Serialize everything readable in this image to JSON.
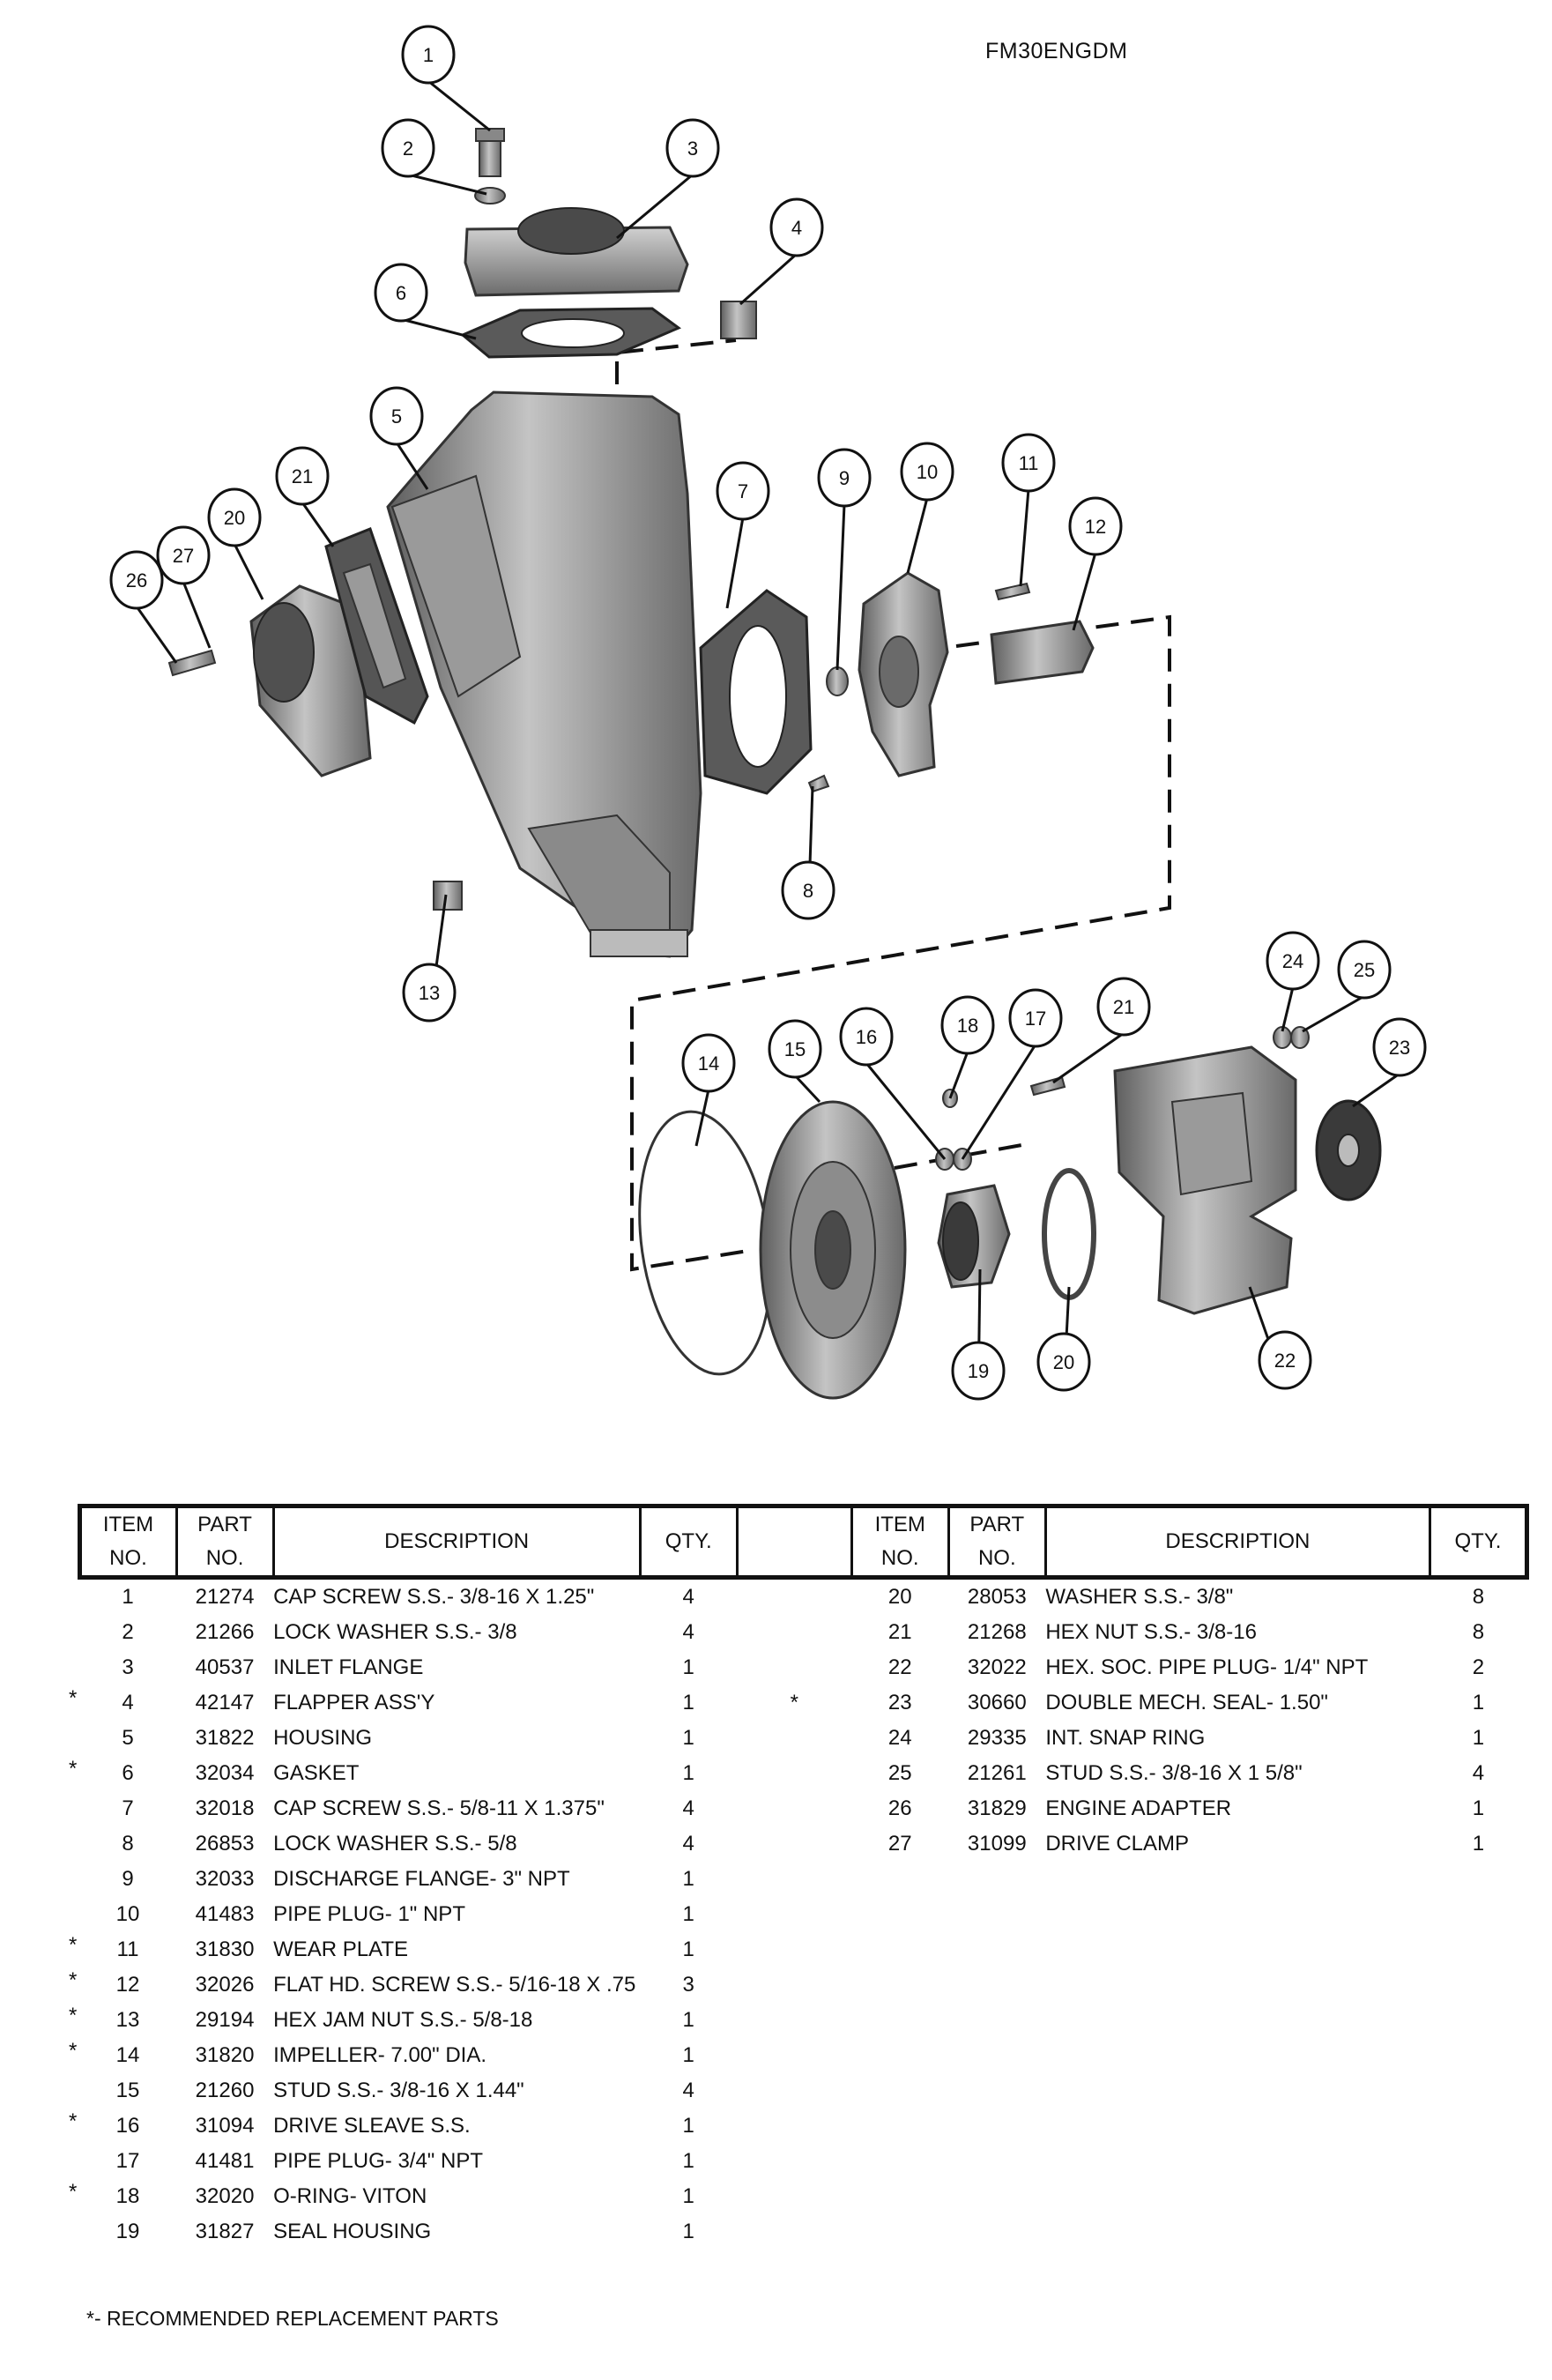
{
  "model_code": "FM30ENGDM",
  "callouts": [
    "1",
    "2",
    "3",
    "4",
    "5",
    "6",
    "7",
    "8",
    "9",
    "10",
    "11",
    "12",
    "13",
    "14",
    "15",
    "16",
    "17",
    "18",
    "19",
    "20",
    "21",
    "22",
    "23",
    "24",
    "25",
    "26",
    "27",
    "20",
    "21"
  ],
  "table": {
    "headers": {
      "item_line1": "ITEM",
      "item_line2": "NO.",
      "part_line1": "PART",
      "part_line2": "NO.",
      "description": "DESCRIPTION",
      "qty": "QTY."
    },
    "left_rows": [
      {
        "star": "",
        "item": "1",
        "part": "21274",
        "desc": "CAP SCREW S.S.- 3/8-16 X 1.25\"",
        "qty": "4"
      },
      {
        "star": "",
        "item": "2",
        "part": "21266",
        "desc": "LOCK WASHER S.S.- 3/8",
        "qty": "4"
      },
      {
        "star": "",
        "item": "3",
        "part": "40537",
        "desc": "INLET FLANGE",
        "qty": "1"
      },
      {
        "star": "*",
        "item": "4",
        "part": "42147",
        "desc": "FLAPPER ASS'Y",
        "qty": "1"
      },
      {
        "star": "",
        "item": "5",
        "part": "31822",
        "desc": "HOUSING",
        "qty": "1"
      },
      {
        "star": "*",
        "item": "6",
        "part": "32034",
        "desc": "GASKET",
        "qty": "1"
      },
      {
        "star": "",
        "item": "7",
        "part": "32018",
        "desc": "CAP SCREW S.S.- 5/8-11 X 1.375\"",
        "qty": "4"
      },
      {
        "star": "",
        "item": "8",
        "part": "26853",
        "desc": "LOCK WASHER S.S.- 5/8",
        "qty": "4"
      },
      {
        "star": "",
        "item": "9",
        "part": "32033",
        "desc": "DISCHARGE FLANGE- 3\" NPT",
        "qty": "1"
      },
      {
        "star": "",
        "item": "10",
        "part": "41483",
        "desc": "PIPE PLUG- 1\" NPT",
        "qty": "1"
      },
      {
        "star": "*",
        "item": "11",
        "part": "31830",
        "desc": "WEAR PLATE",
        "qty": "1"
      },
      {
        "star": "*",
        "item": "12",
        "part": "32026",
        "desc": "FLAT HD. SCREW S.S.- 5/16-18 X .75",
        "qty": "3"
      },
      {
        "star": "*",
        "item": "13",
        "part": "29194",
        "desc": "HEX JAM NUT S.S.- 5/8-18",
        "qty": "1"
      },
      {
        "star": "*",
        "item": "14",
        "part": "31820",
        "desc": "IMPELLER- 7.00\" DIA.",
        "qty": "1"
      },
      {
        "star": "",
        "item": "15",
        "part": "21260",
        "desc": "STUD S.S.- 3/8-16 X 1.44\"",
        "qty": "4"
      },
      {
        "star": "*",
        "item": "16",
        "part": "31094",
        "desc": "DRIVE SLEAVE S.S.",
        "qty": "1"
      },
      {
        "star": "",
        "item": "17",
        "part": "41481",
        "desc": "PIPE PLUG- 3/4\" NPT",
        "qty": "1"
      },
      {
        "star": "*",
        "item": "18",
        "part": "32020",
        "desc": "O-RING- VITON",
        "qty": "1"
      },
      {
        "star": "",
        "item": "19",
        "part": "31827",
        "desc": "SEAL HOUSING",
        "qty": "1"
      }
    ],
    "right_rows": [
      {
        "star": "",
        "item": "20",
        "part": "28053",
        "desc": "WASHER S.S.- 3/8\"",
        "qty": "8"
      },
      {
        "star": "",
        "item": "21",
        "part": "21268",
        "desc": "HEX NUT S.S.- 3/8-16",
        "qty": "8"
      },
      {
        "star": "",
        "item": "22",
        "part": "32022",
        "desc": "HEX. SOC. PIPE PLUG- 1/4\" NPT",
        "qty": "2"
      },
      {
        "star": "*",
        "item": "23",
        "part": "30660",
        "desc": "DOUBLE MECH. SEAL- 1.50\"",
        "qty": "1"
      },
      {
        "star": "",
        "item": "24",
        "part": "29335",
        "desc": "INT. SNAP RING",
        "qty": "1"
      },
      {
        "star": "",
        "item": "25",
        "part": "21261",
        "desc": "STUD S.S.- 3/8-16 X 1 5/8\"",
        "qty": "4"
      },
      {
        "star": "",
        "item": "26",
        "part": "31829",
        "desc": "ENGINE ADAPTER",
        "qty": "1"
      },
      {
        "star": "",
        "item": "27",
        "part": "31099",
        "desc": "DRIVE CLAMP",
        "qty": "1"
      }
    ]
  },
  "footnote": "*- RECOMMENDED REPLACEMENT PARTS"
}
